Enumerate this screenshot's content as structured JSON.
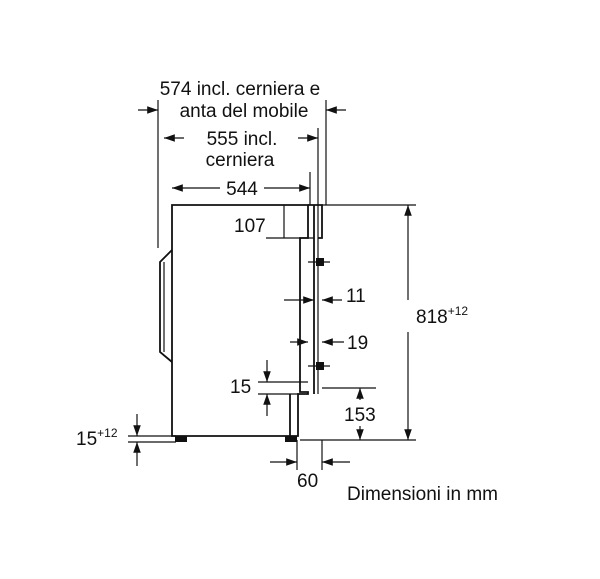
{
  "dims": {
    "d574_line1": "574 incl. cerniera e",
    "d574_line2": "anta del mobile",
    "d555_line1": "555 incl.",
    "d555_line2": "cerniera",
    "d544": "544",
    "d107": "107",
    "d11": "11",
    "d19": "19",
    "d15": "15",
    "d153": "153",
    "d60": "60",
    "d818": "818",
    "d818_sup": "+12",
    "d15b": "15",
    "d15b_sup": "+12"
  },
  "caption": "Dimensioni in mm"
}
